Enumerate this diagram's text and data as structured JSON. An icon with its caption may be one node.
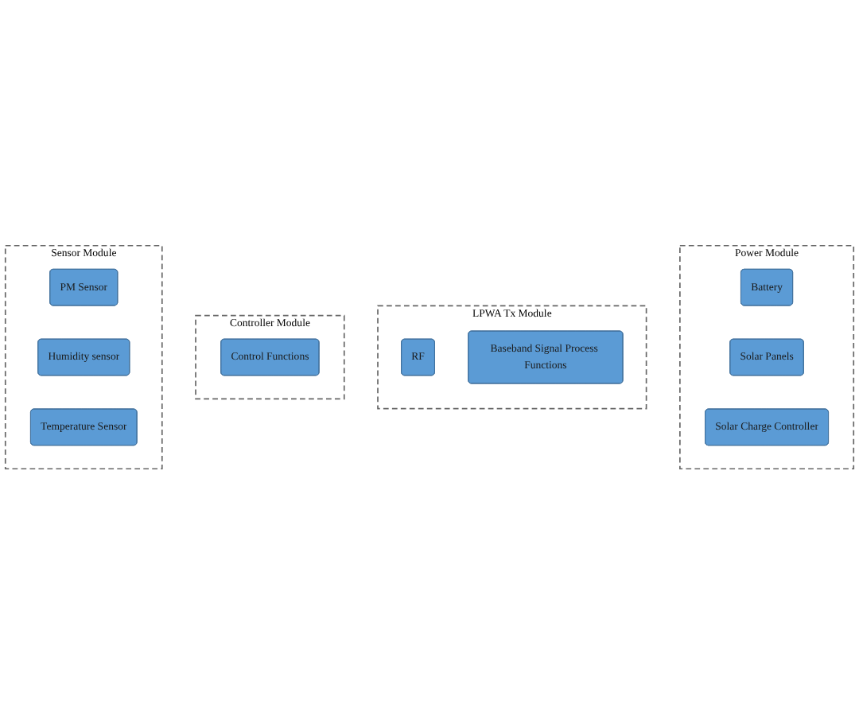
{
  "diagram": {
    "nodes": [
      {
        "text": [
          "Power Module"
        ]
      },
      {
        "text": [
          "Battery"
        ],
        "in": 0
      },
      {
        "text": [
          "Solar Panels"
        ],
        "in": 0
      },
      {
        "text": [
          "Solar Charge Controller"
        ],
        "in": 0
      },
      {
        "text": [
          "LPWA Tx Module"
        ]
      },
      {
        "text": [
          "RF"
        ],
        "in": 4
      },
      {
        "text": [
          "Baseband Signal Process Functions"
        ],
        "in": 4
      },
      {
        "text": [
          "Controller Module"
        ]
      },
      {
        "text": [
          "Control Functions"
        ],
        "in": 7
      },
      {
        "text": [
          "Sensor Module"
        ]
      },
      {
        "text": [
          "PM Sensor"
        ],
        "in": 9
      },
      {
        "text": [
          "Humidity sensor"
        ],
        "in": 9
      },
      {
        "text": [
          "Temperature Sensor"
        ],
        "in": 9
      }
    ],
    "edges": []
  }
}
